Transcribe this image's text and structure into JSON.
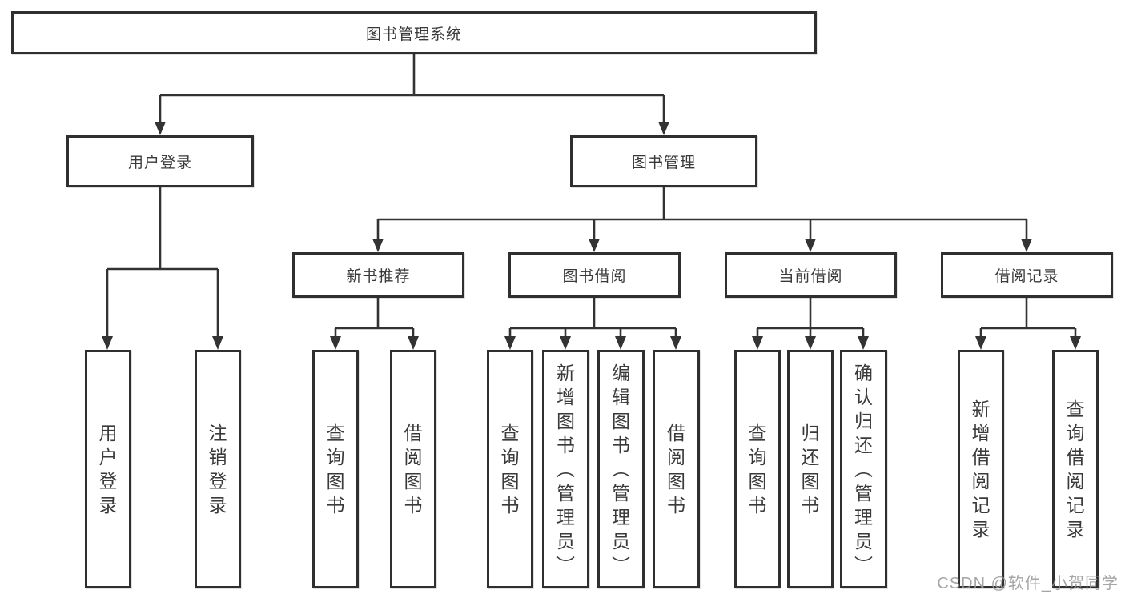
{
  "diagram": {
    "root": {
      "label": "图书管理系统"
    },
    "branches": [
      {
        "label": "用户登录",
        "children": [
          {
            "label": "用户登录"
          },
          {
            "label": "注销登录"
          }
        ]
      },
      {
        "label": "图书管理",
        "groups": [
          {
            "label": "新书推荐",
            "children": [
              {
                "label": "查询图书"
              },
              {
                "label": "借阅图书"
              }
            ]
          },
          {
            "label": "图书借阅",
            "children": [
              {
                "label": "查询图书"
              },
              {
                "label": "新增图书（管理员）"
              },
              {
                "label": "编辑图书（管理员）"
              },
              {
                "label": "借阅图书"
              }
            ]
          },
          {
            "label": "当前借阅",
            "children": [
              {
                "label": "查询图书"
              },
              {
                "label": "归还图书"
              },
              {
                "label": "确认归还（管理员）"
              }
            ]
          },
          {
            "label": "借阅记录",
            "children": [
              {
                "label": "新增借阅记录"
              },
              {
                "label": "查询借阅记录"
              }
            ]
          }
        ]
      }
    ]
  },
  "watermark": {
    "text": "CSDN @软件_小贺同学"
  },
  "colors": {
    "line": "#333333",
    "box_border": "#2f2f2f",
    "text": "#3a3a3a",
    "watermark": "#98989b",
    "background": "#ffffff"
  }
}
